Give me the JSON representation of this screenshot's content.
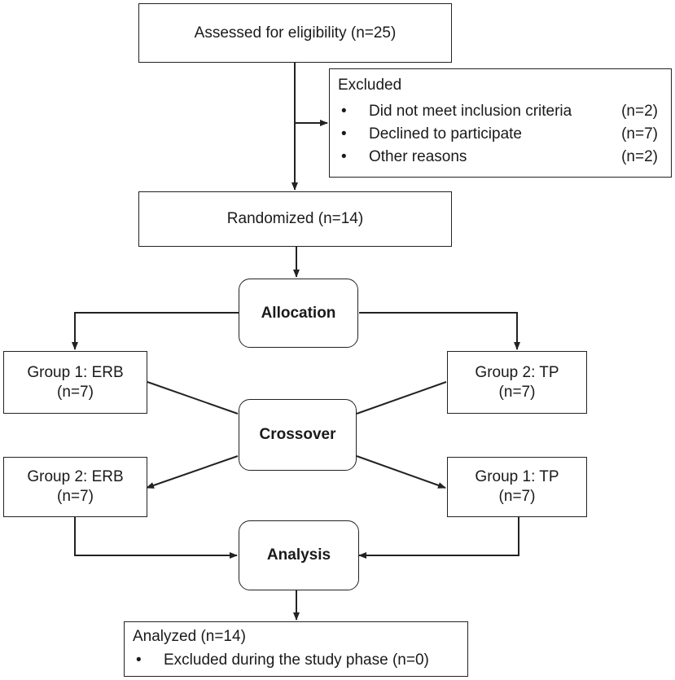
{
  "flow": {
    "assessed": "Assessed for eligibility  (n=25)",
    "excluded": {
      "title": "Excluded",
      "items": [
        {
          "bullet": "•",
          "label": "Did not meet inclusion criteria",
          "count": "(n=2)"
        },
        {
          "bullet": "•",
          "label": "Declined to participate",
          "count": "(n=7)"
        },
        {
          "bullet": "•",
          "label": "Other reasons",
          "count": "(n=2)"
        }
      ]
    },
    "randomized": "Randomized (n=14)",
    "allocation": "Allocation",
    "crossover": "Crossover",
    "analysis": "Analysis",
    "group_left_top": {
      "name": "Group 1: ERB",
      "n": "(n=7)"
    },
    "group_right_top": {
      "name": "Group 2: TP",
      "n": "(n=7)"
    },
    "group_left_bottom": {
      "name": "Group 2: ERB",
      "n": "(n=7)"
    },
    "group_right_bottom": {
      "name": "Group 1: TP",
      "n": "(n=7)"
    },
    "analyzed": {
      "title": "Analyzed  (n=14)",
      "item": {
        "bullet": "•",
        "label": "Excluded during the study phase (n=0)"
      }
    }
  },
  "colors": {
    "stroke": "#222222",
    "text": "#1a1a1a",
    "background": "#ffffff"
  }
}
